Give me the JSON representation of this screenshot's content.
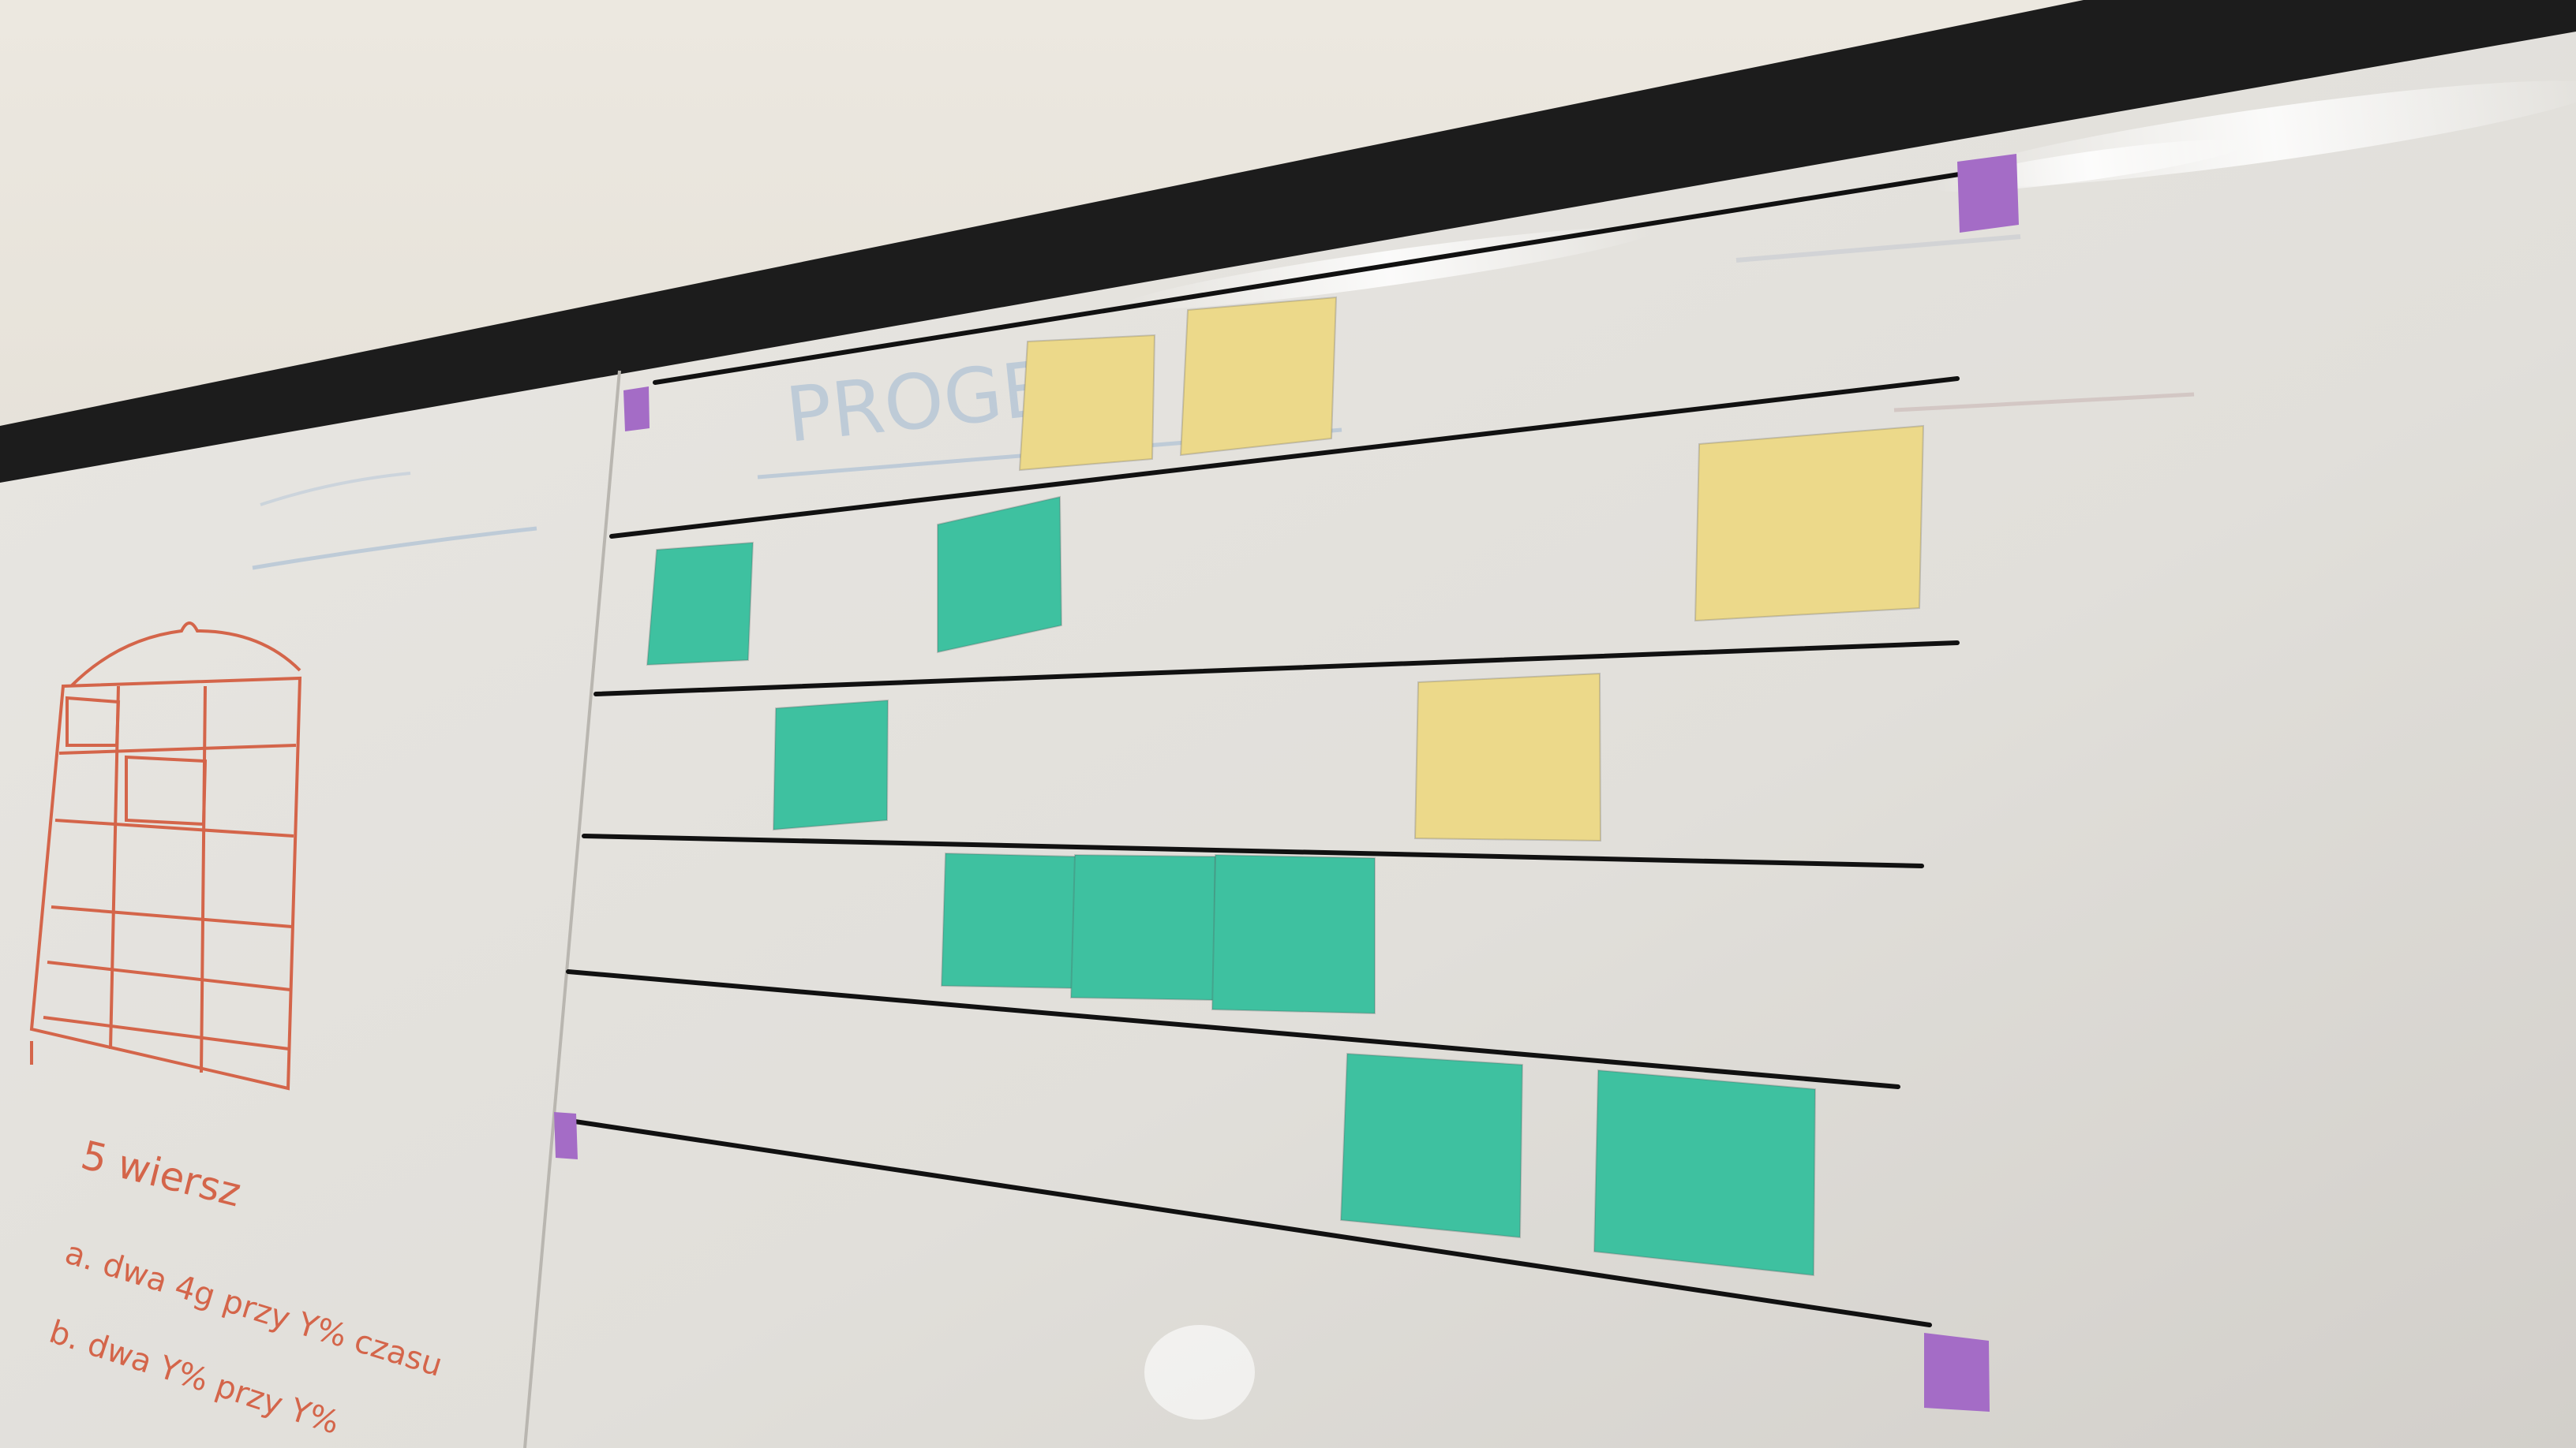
{
  "scene": {
    "colors": {
      "wall_top": "#e8e4dc",
      "wall_bottom": "#d8d3ca",
      "rail": "#1c1c1c",
      "board": "#e6e4e0",
      "board_shade": "#cfccc6",
      "marker_line": "#111111",
      "sticky_yellow": "#ecd98a",
      "sticky_teal": "#3ec1a0",
      "purple_tape": "#a46cc6",
      "red_marker": "#d4654a",
      "faded_blue": "#9fb8d2"
    },
    "sticky_notes": [
      {
        "row": 1,
        "color": "yellow"
      },
      {
        "row": 1,
        "color": "yellow"
      },
      {
        "row": 2,
        "color": "yellow"
      },
      {
        "row": 2,
        "color": "teal"
      },
      {
        "row": 2,
        "color": "teal"
      },
      {
        "row": 3,
        "color": "teal"
      },
      {
        "row": 3,
        "color": "yellow"
      },
      {
        "row": 4,
        "color": "teal"
      },
      {
        "row": 4,
        "color": "teal"
      },
      {
        "row": 4,
        "color": "teal"
      },
      {
        "row": 5,
        "color": "teal"
      },
      {
        "row": 5,
        "color": "teal"
      }
    ],
    "handwriting": {
      "faded_header": "PROGE",
      "note_title": "5 wiersz",
      "note_line_1": "a. dwa 4g przy Y% czasu",
      "note_line_2": "b. dwa Y% przy Y%"
    }
  }
}
